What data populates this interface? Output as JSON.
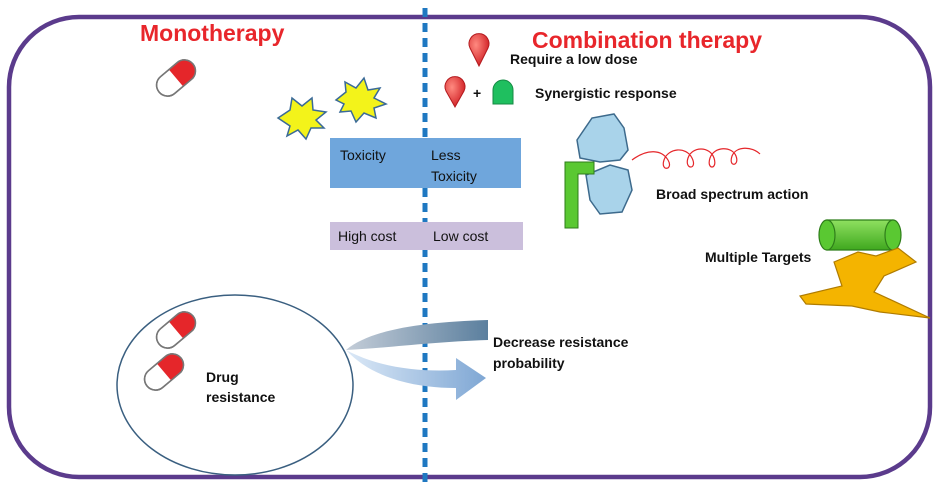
{
  "titles": {
    "left": "Monotherapy",
    "right": "Combination therapy"
  },
  "bars": {
    "toxicity_left": "Toxicity",
    "toxicity_right_line1": "Less",
    "toxicity_right_line2": "Toxicity",
    "cost_left": "High cost",
    "cost_right": "Low cost"
  },
  "labels": {
    "low_dose": "Require a low dose",
    "plus": "+",
    "synergistic": "Synergistic response",
    "broad_spectrum": "Broad spectrum action",
    "multiple_targets": "Multiple Targets",
    "drug_resistance_line1": "Drug",
    "drug_resistance_line2": "resistance",
    "decrease_line1": "Decrease resistance",
    "decrease_line2": "probability"
  },
  "colors": {
    "frame": "#5b3b8c",
    "title": "#e8262b",
    "divider": "#1f78c1",
    "toxicity_bar": "#6fa6dc",
    "cost_bar": "#cbbfdc",
    "pill_red": "#e5262a",
    "pill_green": "#1fbf5f",
    "receptor_blue": "#a9d3ea",
    "target_green": "#5ac832",
    "target_orange": "#f4b400",
    "starburst": "#f3f31a"
  }
}
